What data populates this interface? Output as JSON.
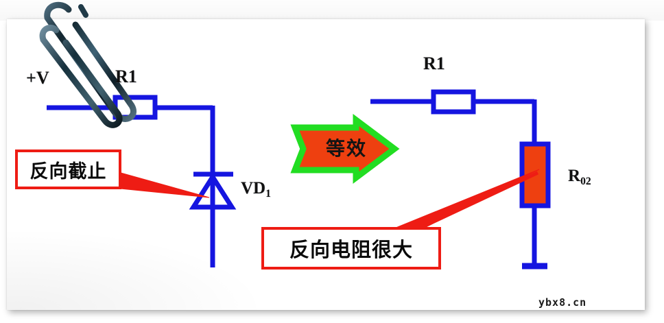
{
  "page": {
    "watermark": "ybx8.cn"
  },
  "left_circuit": {
    "supply_label": "+V",
    "resistor_label": "R1",
    "diode_label": "VD",
    "diode_sub": "1",
    "component_icons": [
      "resistor-icon",
      "diode-icon"
    ]
  },
  "right_circuit": {
    "resistor_label": "R1",
    "equiv_resistor_label": "R",
    "equiv_resistor_sub": "02",
    "component_icons": [
      "resistor-icon",
      "equivalent-resistor-icon",
      "ground-terminal-icon"
    ]
  },
  "equivalence": {
    "arrow_text": "等效",
    "arrow_icon": "right-arrow-icon",
    "fill_color": "#ee4010",
    "border_color": "#22dd22"
  },
  "callouts": [
    {
      "id": "reverse-cutoff",
      "text": "反向截止",
      "border_color": "#ee1c14"
    },
    {
      "id": "reverse-high-res",
      "text": "反向电阻很大",
      "border_color": "#ee1c14"
    }
  ],
  "decor": {
    "paperclip_icon": "paperclip-icon",
    "paperclip_color": "#1d3a4a"
  },
  "colors": {
    "wire": "#1515e0",
    "callout": "#ee1c14",
    "resistor_fill": "#ee4010",
    "arrow_border": "#22dd22",
    "paper": "#ffffff"
  }
}
